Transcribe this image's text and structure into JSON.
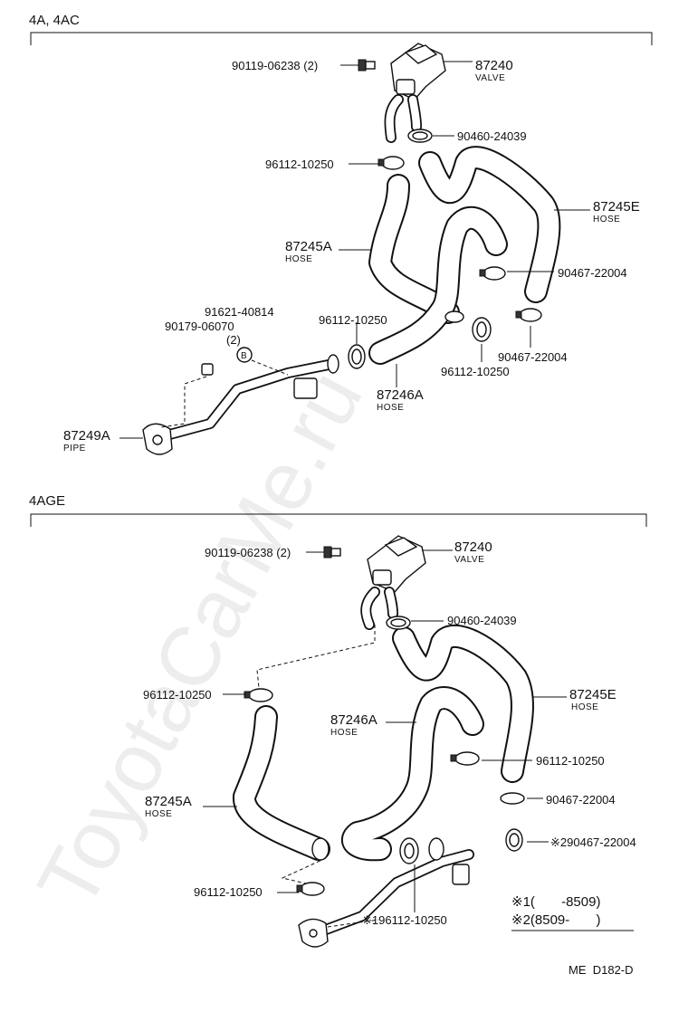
{
  "section_top": {
    "header": "4A, 4AC",
    "labels": {
      "bolt": "90119-06238 (2)",
      "valve_no": "87240",
      "valve_name": "VALVE",
      "clamp_a": "90460-24039",
      "clamp_b": "96112-10250",
      "hose_e_no": "87245E",
      "hose_e_name": "HOSE",
      "hose_a_no": "87245A",
      "hose_a_name": "HOSE",
      "clamp_c": "90467-22004",
      "nut_no": "91621-40814",
      "nut2_no": "90179-06070",
      "nut2_qty": "(2)",
      "clamp_d": "96112-10250",
      "clamp_e": "90467-22004",
      "clamp_f": "96112-10250",
      "hose_46_no": "87246A",
      "hose_46_name": "HOSE",
      "pipe_no": "87249A",
      "pipe_name": "PIPE",
      "marker_b": "B"
    }
  },
  "section_bottom": {
    "header": "4AGE",
    "labels": {
      "bolt": "90119-06238 (2)",
      "valve_no": "87240",
      "valve_name": "VALVE",
      "clamp_a": "90460-24039",
      "clamp_b": "96112-10250",
      "hose_e_no": "87245E",
      "hose_e_name": "HOSE",
      "hose_46_no": "87246A",
      "hose_46_name": "HOSE",
      "clamp_c": "96112-10250",
      "hose_a_no": "87245A",
      "hose_a_name": "HOSE",
      "clamp_d": "90467-22004",
      "clamp_e": "※290467-22004",
      "clamp_f": "96112-10250",
      "clamp_g": "※196112-10250"
    }
  },
  "footnotes": {
    "note1": "※1(       -8509)",
    "note2": "※2(8509-       )"
  },
  "footer_code": "ME  D182-D",
  "watermark": "ToyotaCarMe.ru"
}
